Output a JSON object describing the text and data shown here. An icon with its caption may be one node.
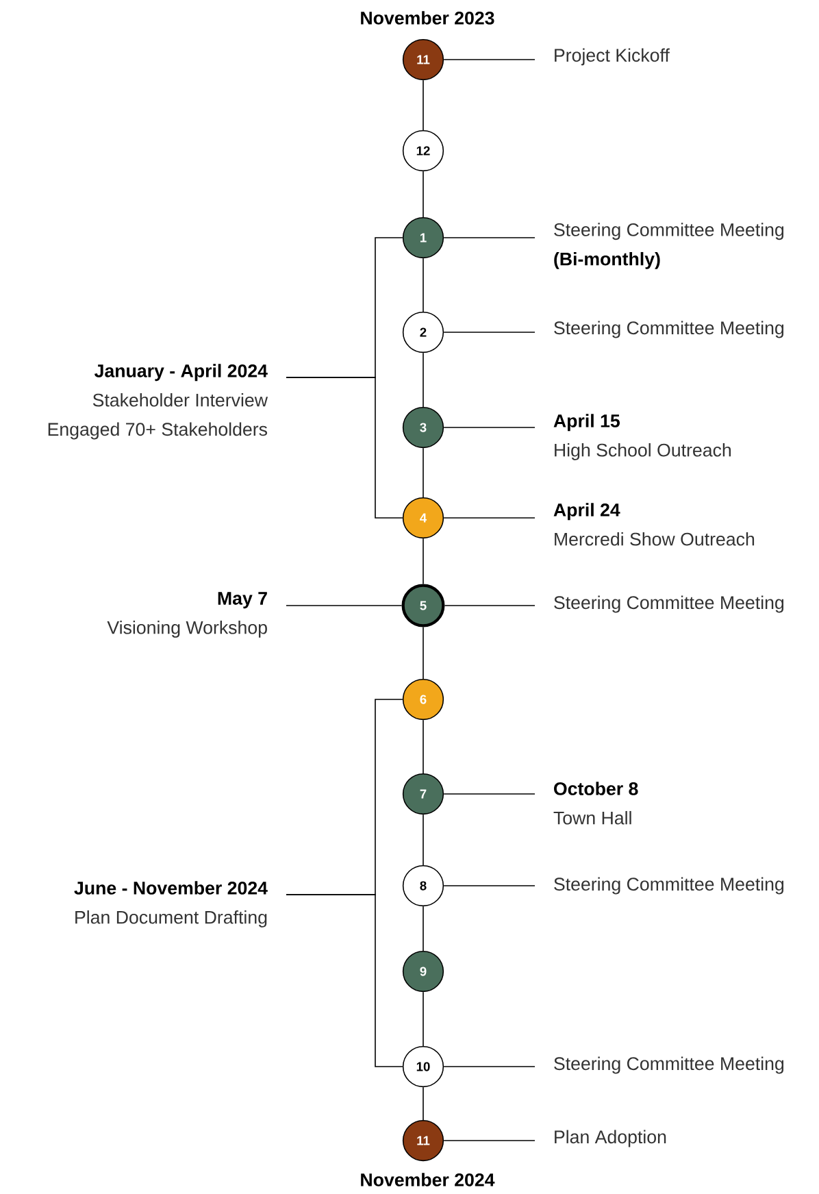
{
  "diagram": {
    "nodes": [
      {
        "text": [
          "11"
        ],
        "beside": [
          "November 2023"
        ]
      },
      {
        "text": [
          "Project Kickoff"
        ]
      },
      {
        "text": [
          "12"
        ]
      },
      {
        "text": [
          "1"
        ]
      },
      {
        "text": [
          "Steering Committee Meeting",
          "(Bi-monthly)"
        ]
      },
      {
        "text": [
          "2"
        ]
      },
      {
        "text": [
          "Steering Committee Meeting"
        ]
      },
      {
        "text": [
          "January - April 2024",
          "Stakeholder Interview",
          "Engaged 70+ Stakeholders"
        ]
      },
      {
        "text": [
          "3"
        ]
      },
      {
        "text": [
          "April 15",
          "High School Outreach"
        ]
      },
      {
        "text": [
          "4"
        ]
      },
      {
        "text": [
          "April 24",
          "Mercredi Show Outreach"
        ]
      },
      {
        "text": [
          "May 7",
          "Visioning Workshop"
        ]
      },
      {
        "text": [
          "5"
        ]
      },
      {
        "text": [
          "Steering Committee Meeting"
        ]
      },
      {
        "text": [
          "6"
        ]
      },
      {
        "text": [
          "7"
        ]
      },
      {
        "text": [
          "October 8",
          "Town Hall"
        ]
      },
      {
        "text": [
          "8"
        ]
      },
      {
        "text": [
          "Steering Committee Meeting"
        ]
      },
      {
        "text": [
          "June - November 2024",
          "Plan Document Drafting"
        ]
      },
      {
        "text": [
          "9"
        ]
      },
      {
        "text": [
          "10"
        ]
      },
      {
        "text": [
          "Steering Committee Meeting"
        ]
      },
      {
        "text": [
          "11"
        ],
        "beside": [
          "November 2024"
        ]
      },
      {
        "text": [
          "Plan Adoption"
        ]
      }
    ],
    "edges": [
      {
        "from": 0,
        "to": 2,
        "arrow": "none"
      },
      {
        "from": 2,
        "to": 3,
        "arrow": "none"
      },
      {
        "from": 3,
        "to": 5,
        "arrow": "none"
      },
      {
        "from": 5,
        "to": 8,
        "arrow": "none"
      },
      {
        "from": 8,
        "to": 10,
        "arrow": "none"
      },
      {
        "from": 10,
        "to": 13,
        "arrow": "none"
      },
      {
        "from": 13,
        "to": 15,
        "arrow": "none"
      },
      {
        "from": 15,
        "to": 16,
        "arrow": "none"
      },
      {
        "from": 16,
        "to": 18,
        "arrow": "none"
      },
      {
        "from": 18,
        "to": 21,
        "arrow": "none"
      },
      {
        "from": 21,
        "to": 22,
        "arrow": "none"
      },
      {
        "from": 22,
        "to": 24,
        "arrow": "none"
      },
      {
        "from": 0,
        "to": 1,
        "arrow": "none"
      },
      {
        "from": 3,
        "to": 4,
        "arrow": "none"
      },
      {
        "from": 5,
        "to": 6,
        "arrow": "none"
      },
      {
        "from": 8,
        "to": 9,
        "arrow": "none"
      },
      {
        "from": 10,
        "to": 11,
        "arrow": "none"
      },
      {
        "from": 13,
        "to": 14,
        "arrow": "none"
      },
      {
        "from": 16,
        "to": 17,
        "arrow": "none"
      },
      {
        "from": 18,
        "to": 19,
        "arrow": "none"
      },
      {
        "from": 22,
        "to": 23,
        "arrow": "none"
      },
      {
        "from": 24,
        "to": 25,
        "arrow": "none"
      },
      {
        "from": 7,
        "to": 3,
        "arrow": "none"
      },
      {
        "from": 7,
        "to": 10,
        "arrow": "none"
      },
      {
        "from": 12,
        "to": 13,
        "arrow": "none"
      },
      {
        "from": 20,
        "to": 15,
        "arrow": "none"
      },
      {
        "from": 20,
        "to": 22,
        "arrow": "none"
      }
    ]
  }
}
